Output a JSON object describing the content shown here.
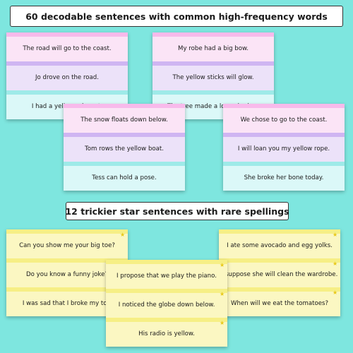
{
  "banners": {
    "top": "60 decodable sentences with common high-frequency words",
    "bottom": "12 trickier star sentences with rare spellings"
  },
  "decodable_cards": [
    [
      "The road will go to the coast.",
      "Jo drove on the road.",
      "I had a yellow raincoat."
    ],
    [
      "My robe had a big bow.",
      "The yellow sticks will glow.",
      "The tree made a long shadow."
    ],
    [
      "The snow floats down below.",
      "Tom rows the yellow boat.",
      "Tess can hold a pose."
    ],
    [
      "We chose to go to the coast.",
      "I will loan you my yellow rope.",
      "She broke her bone today."
    ]
  ],
  "star_cards": [
    [
      "Can you show me your big toe?",
      "Do you know a funny joke?",
      "I was sad that I broke my toy."
    ],
    [
      "I ate some avocado and egg yolks.",
      "I suppose she will clean the wardrobe.",
      "When will we eat the tomatoes?"
    ],
    [
      "I propose that we play the piano.",
      "I noticed the globe down below.",
      "His radio is yellow."
    ]
  ],
  "icons": {
    "star": "star-icon"
  },
  "colors": {
    "background": "#7ee6df",
    "pink": "#f8b7ea",
    "lavender": "#cdb2f1",
    "aqua": "#9be9e7",
    "yellow": "#f6ee82",
    "star": "#e8c816"
  }
}
